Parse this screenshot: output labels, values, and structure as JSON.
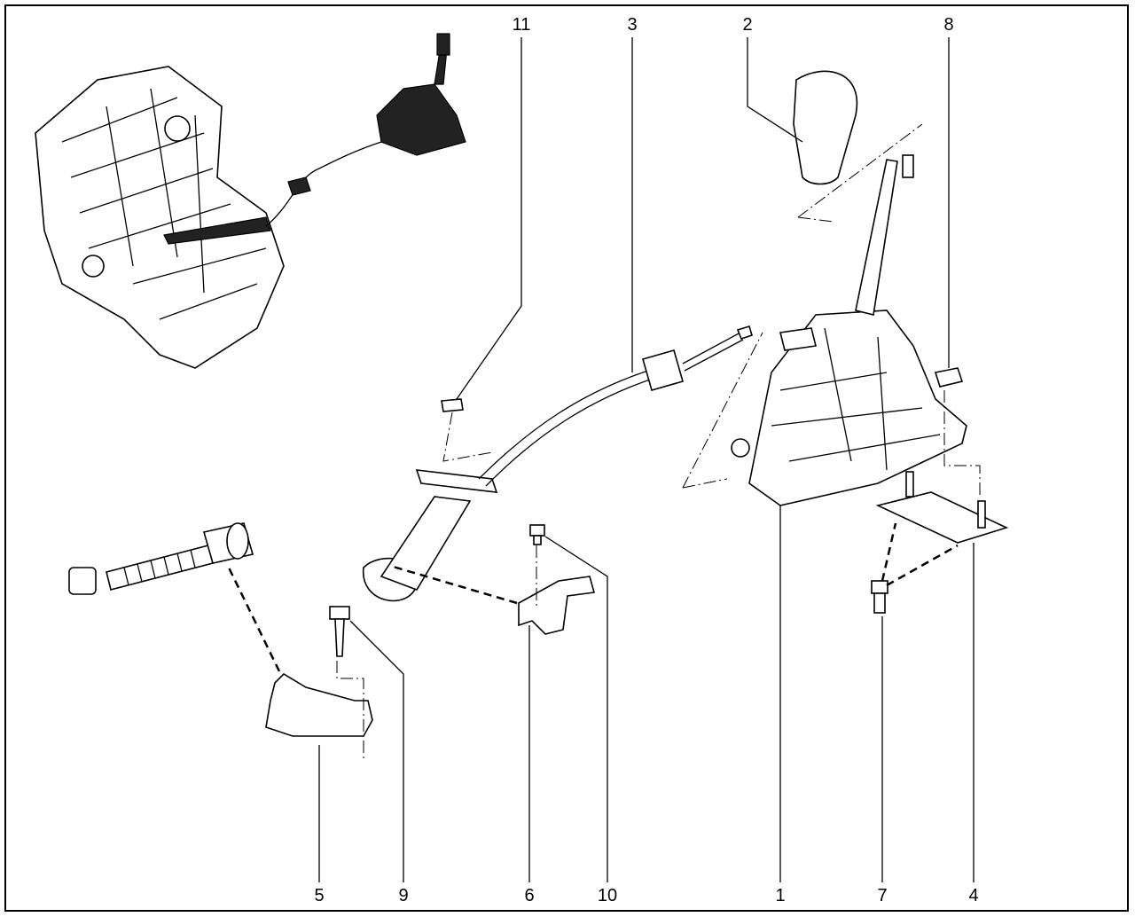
{
  "diagram": {
    "callouts": [
      {
        "id": "c11",
        "label": "11"
      },
      {
        "id": "c3",
        "label": "3"
      },
      {
        "id": "c2",
        "label": "2"
      },
      {
        "id": "c8",
        "label": "8"
      },
      {
        "id": "c5",
        "label": "5"
      },
      {
        "id": "c9",
        "label": "9"
      },
      {
        "id": "c6",
        "label": "6"
      },
      {
        "id": "c10",
        "label": "10"
      },
      {
        "id": "c1",
        "label": "1"
      },
      {
        "id": "c7",
        "label": "7"
      },
      {
        "id": "c4",
        "label": "4"
      }
    ]
  }
}
